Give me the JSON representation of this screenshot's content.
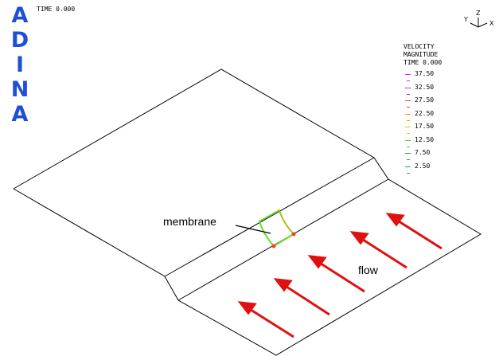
{
  "brand": {
    "letters": [
      "A",
      "D",
      "I",
      "N",
      "A"
    ],
    "color": "#1f4fd8"
  },
  "header": {
    "time": "TIME 0.000"
  },
  "axes": {
    "y": "Y",
    "z": "Z",
    "x": "X"
  },
  "legend": {
    "title1": "VELOCITY",
    "title2": "MAGNITUDE",
    "time": "TIME 0.000",
    "items": [
      {
        "value": "37.50",
        "color": "#cc33cc"
      },
      {
        "value": "32.50",
        "color": "#e6308a"
      },
      {
        "value": "27.50",
        "color": "#e84a1e"
      },
      {
        "value": "22.50",
        "color": "#f09a1a"
      },
      {
        "value": "17.50",
        "color": "#b8d820"
      },
      {
        "value": "12.50",
        "color": "#5cc82a"
      },
      {
        "value": "7.50",
        "color": "#27a840"
      },
      {
        "value": "2.50",
        "color": "#1aa890"
      }
    ]
  },
  "annotations": {
    "membrane": "membrane",
    "flow": "flow"
  },
  "colors": {
    "arrow": "#e01010",
    "membrane": "#66dd22",
    "node": "#e84a1e"
  }
}
